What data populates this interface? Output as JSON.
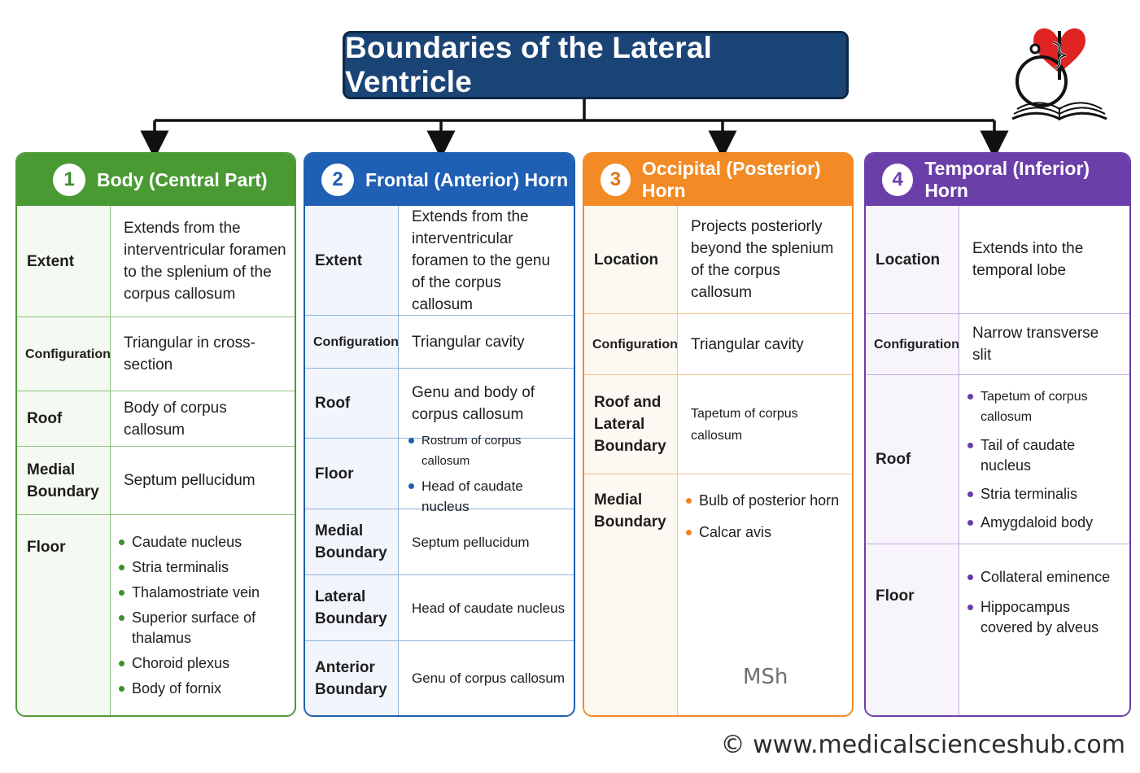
{
  "title": "Boundaries of the Lateral Ventricle",
  "colors": {
    "title_bg": "#1b4476",
    "body": "#4a9a34",
    "frontal": "#1f5fb4",
    "occipital": "#f28a25",
    "temporal": "#6b3fa9"
  },
  "logo": {
    "icon": "heart-stethoscope-caduceus-book-logo"
  },
  "cards": [
    {
      "number": "1",
      "header": "Body (Central Part)",
      "rows": [
        {
          "label": "Extent",
          "value": "Extends from the interventricular foramen to the splenium of the corpus callosum"
        },
        {
          "label": "Configuration",
          "value": "Triangular in cross-section"
        },
        {
          "label": "Roof",
          "value": "Body of corpus callosum"
        },
        {
          "label": "Medial Boundary",
          "value": "Septum pellucidum"
        },
        {
          "label": "Floor",
          "items": [
            "Caudate nucleus",
            "Stria terminalis",
            "Thalamostriate vein",
            "Superior surface of thalamus",
            "Choroid plexus",
            "Body of fornix"
          ]
        }
      ]
    },
    {
      "number": "2",
      "header": "Frontal (Anterior) Horn",
      "rows": [
        {
          "label": "Extent",
          "value": "Extends from the interventricular foramen to the genu of the corpus callosum"
        },
        {
          "label": "Configuration",
          "value": "Triangular cavity"
        },
        {
          "label": "Roof",
          "value": "Genu and body of corpus callosum"
        },
        {
          "label": "Floor",
          "items": [
            "Rostrum of corpus callosum",
            "Head of caudate nucleus"
          ]
        },
        {
          "label": "Medial Boundary",
          "value": "Septum pellucidum"
        },
        {
          "label": "Lateral Boundary",
          "value": "Head of caudate nucleus"
        },
        {
          "label": "Anterior Boundary",
          "value": "Genu of corpus callosum"
        }
      ]
    },
    {
      "number": "3",
      "header": "Occipital (Posterior) Horn",
      "rows": [
        {
          "label": "Location",
          "value": "Projects posteriorly beyond the splenium of the corpus callosum"
        },
        {
          "label": "Configuration",
          "value": "Triangular cavity"
        },
        {
          "label": "Roof and Lateral Boundary",
          "value": "Tapetum of corpus callosum"
        },
        {
          "label": "Medial Boundary",
          "items": [
            "Bulb of posterior horn",
            "Calcar avis"
          ]
        }
      ]
    },
    {
      "number": "4",
      "header": "Temporal (Inferior) Horn",
      "rows": [
        {
          "label": "Location",
          "value": "Extends into the temporal lobe"
        },
        {
          "label": "Configuration",
          "value": "Narrow transverse slit"
        },
        {
          "label": "Roof",
          "items": [
            "Tapetum of corpus callosum",
            "Tail of caudate nucleus",
            "Stria terminalis",
            "Amygdaloid body"
          ]
        },
        {
          "label": "Floor",
          "items": [
            "Collateral eminence",
            "Hippocampus covered by alveus"
          ]
        }
      ]
    }
  ],
  "watermark": "MSh",
  "website": "© www.medicalscienceshub.com"
}
